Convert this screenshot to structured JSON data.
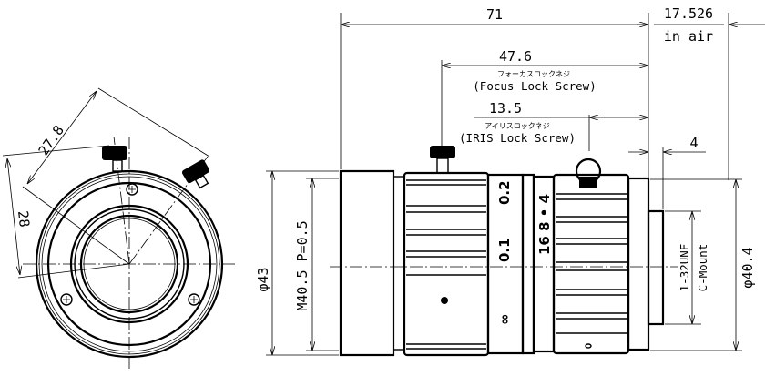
{
  "front_view": {
    "dim_knob_spacing": "27.8",
    "dim_knob_height": "28"
  },
  "side_view": {
    "dim_overall_length": "71",
    "dim_flange_back": "17.526",
    "flange_back_note": "in air",
    "dim_focus_screw": "47.6",
    "focus_screw_label_jp": "フォーカスロックネジ",
    "focus_screw_label_en": "(Focus Lock Screw)",
    "dim_iris_screw": "13.5",
    "iris_screw_label_jp": "アイリスロックネジ",
    "iris_screw_label_en": "(IRIS Lock Screw)",
    "dim_mount_depth": "4",
    "dim_outer_diameter": "φ43",
    "dim_filter_thread": "M40.5 P=0.5",
    "dim_mount_thread": "1-32UNF",
    "mount_type": "C-Mount",
    "dim_rear_diameter": "φ40.4",
    "focus_scale": [
      "0.2",
      "0.1",
      "∞"
    ],
    "iris_scale": "16 8 • 4"
  }
}
